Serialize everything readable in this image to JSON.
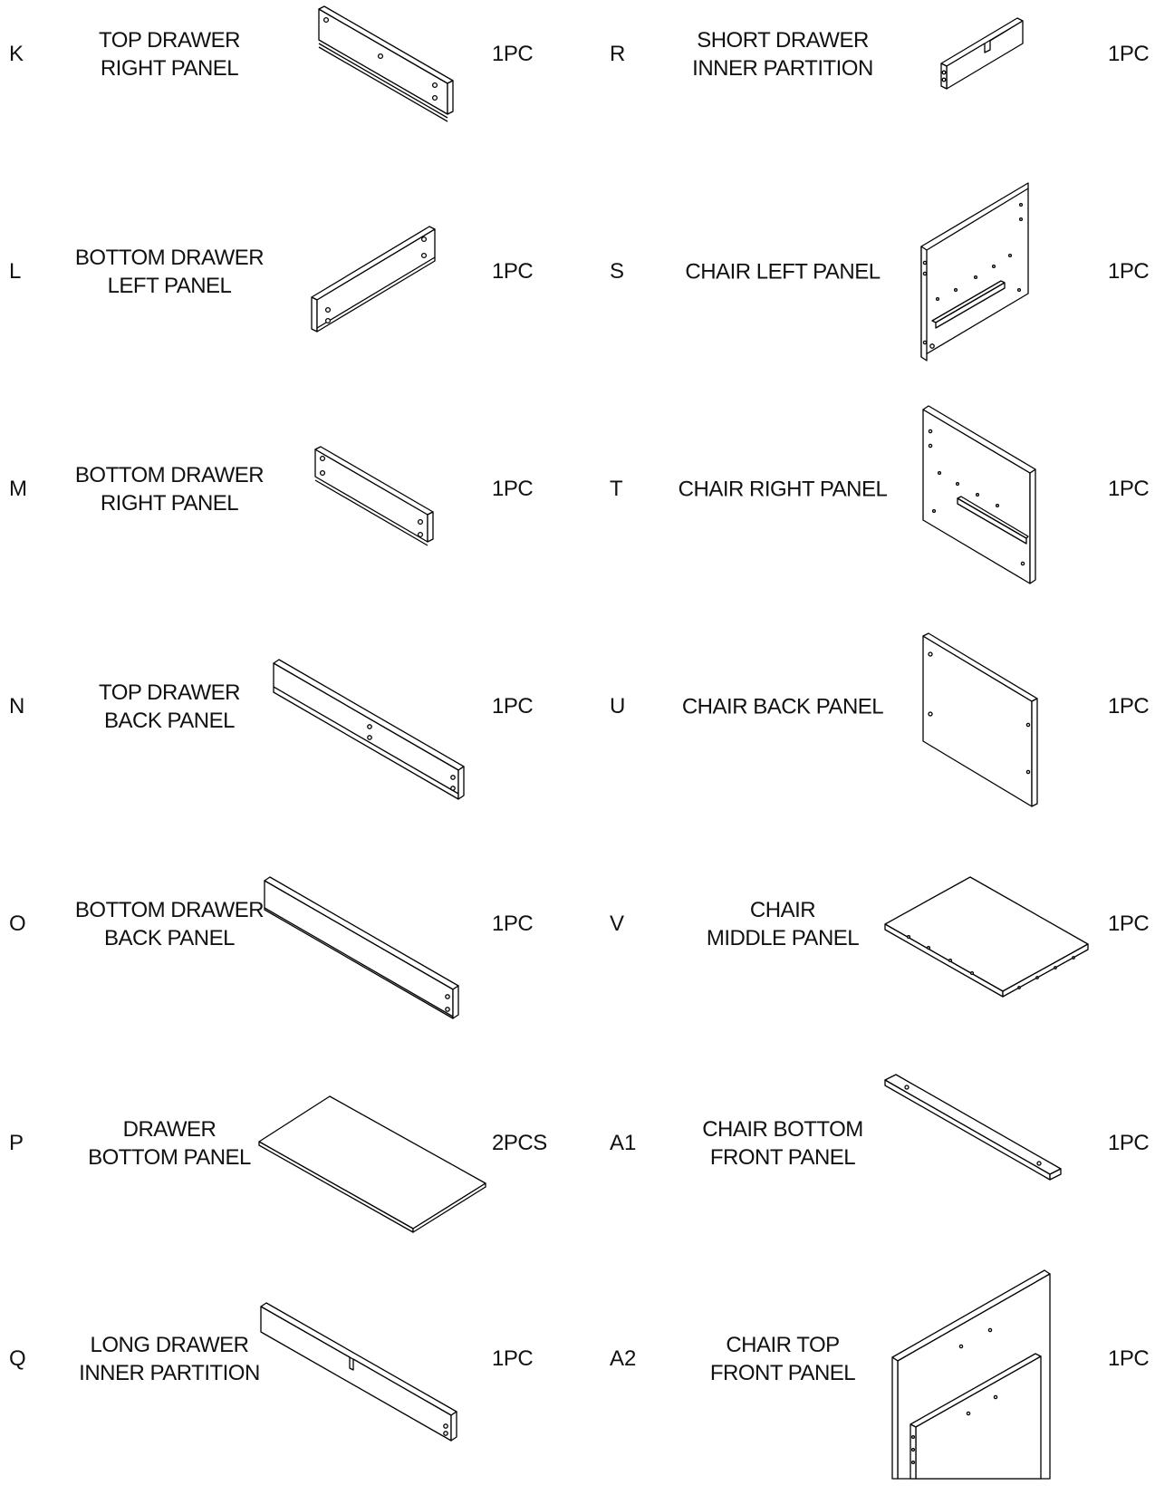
{
  "parts": [
    {
      "letter": "K",
      "name": [
        "TOP DRAWER",
        "RIGHT PANEL"
      ],
      "qty": "1PC",
      "icon": "drawer-side-panel-icon"
    },
    {
      "letter": "L",
      "name": [
        "BOTTOM DRAWER",
        "LEFT PANEL"
      ],
      "qty": "1PC",
      "icon": "drawer-side-panel-icon"
    },
    {
      "letter": "M",
      "name": [
        "BOTTOM DRAWER",
        "RIGHT PANEL"
      ],
      "qty": "1PC",
      "icon": "drawer-side-panel-icon"
    },
    {
      "letter": "N",
      "name": [
        "TOP DRAWER",
        "BACK PANEL"
      ],
      "qty": "1PC",
      "icon": "drawer-back-panel-icon"
    },
    {
      "letter": "O",
      "name": [
        "BOTTOM DRAWER",
        "BACK PANEL"
      ],
      "qty": "1PC",
      "icon": "drawer-back-panel-icon"
    },
    {
      "letter": "P",
      "name": [
        "DRAWER",
        "BOTTOM PANEL"
      ],
      "qty": "2PCS",
      "icon": "drawer-bottom-board-icon"
    },
    {
      "letter": "Q",
      "name": [
        "LONG DRAWER",
        "INNER PARTITION"
      ],
      "qty": "1PC",
      "icon": "long-partition-icon"
    },
    {
      "letter": "R",
      "name": [
        "SHORT DRAWER",
        "INNER PARTITION"
      ],
      "qty": "1PC",
      "icon": "short-partition-icon"
    },
    {
      "letter": "S",
      "name": [
        "CHAIR LEFT PANEL"
      ],
      "qty": "1PC",
      "icon": "chair-side-panel-icon"
    },
    {
      "letter": "T",
      "name": [
        "CHAIR RIGHT PANEL"
      ],
      "qty": "1PC",
      "icon": "chair-side-panel-icon"
    },
    {
      "letter": "U",
      "name": [
        "CHAIR BACK PANEL"
      ],
      "qty": "1PC",
      "icon": "chair-back-panel-icon"
    },
    {
      "letter": "V",
      "name": [
        "CHAIR",
        "MIDDLE PANEL"
      ],
      "qty": "1PC",
      "icon": "chair-middle-panel-icon"
    },
    {
      "letter": "A1",
      "name": [
        "CHAIR BOTTOM",
        "FRONT PANEL"
      ],
      "qty": "1PC",
      "icon": "chair-bottom-rail-icon"
    },
    {
      "letter": "A2",
      "name": [
        "CHAIR TOP",
        "FRONT PANEL"
      ],
      "qty": "1PC",
      "icon": "chair-front-panel-icon"
    }
  ]
}
